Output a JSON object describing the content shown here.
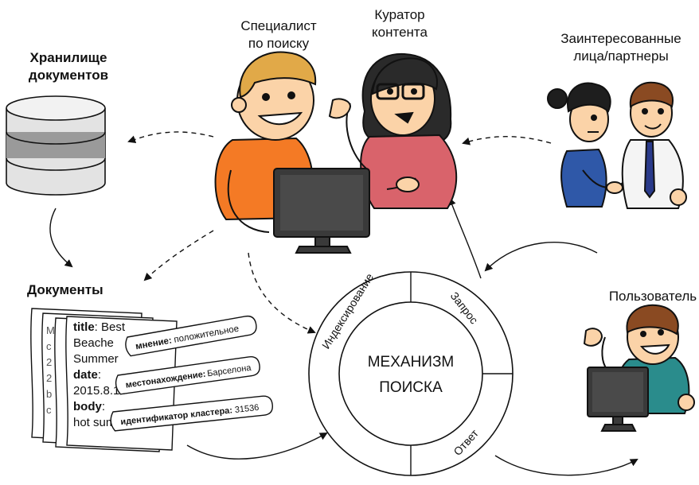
{
  "labels": {
    "search_specialist_line1": "Специалист",
    "search_specialist_line2": "по поиску",
    "content_curator_line1": "Куратор",
    "content_curator_line2": "контента",
    "stakeholders_line1": "Заинтересованные",
    "stakeholders_line2": "лица/партнеры",
    "doc_store_line1": "Хранилище",
    "doc_store_line2": "документов",
    "documents": "Документы",
    "user": "Пользователь"
  },
  "engine": {
    "center_line1": "МЕХАНИЗМ",
    "center_line2": "ПОИСКА",
    "ring_indexing": "Индексирование",
    "ring_query": "Запрос",
    "ring_response": "Ответ"
  },
  "document": {
    "lines": [
      {
        "key": "title",
        "sep": ": ",
        "value": "Best"
      },
      {
        "key": "",
        "sep": "",
        "value": "Beache"
      },
      {
        "key": "",
        "sep": "",
        "value": "Summer"
      },
      {
        "key": "date",
        "sep": ":",
        "value": ""
      },
      {
        "key": "",
        "sep": "",
        "value": "2015.8.13"
      },
      {
        "key": "body",
        "sep": ": ",
        "value": ""
      },
      {
        "key": "",
        "sep": "",
        "value": "hot summer"
      }
    ],
    "tags": [
      {
        "key": "мнение:",
        "value": "положительное"
      },
      {
        "key": "местонахождение:",
        "value": "Барселона"
      },
      {
        "key": "идентификатор кластера:",
        "value": "31536"
      }
    ]
  },
  "colors": {
    "specialist_shirt": "#f47a25",
    "curator_shirt": "#d9636b",
    "user_shirt": "#2a8c8c",
    "stakeholder_woman": "#2f58a8",
    "monitor": "#3a3a3a",
    "skin": "#fbd3a8",
    "outline": "#111111"
  }
}
